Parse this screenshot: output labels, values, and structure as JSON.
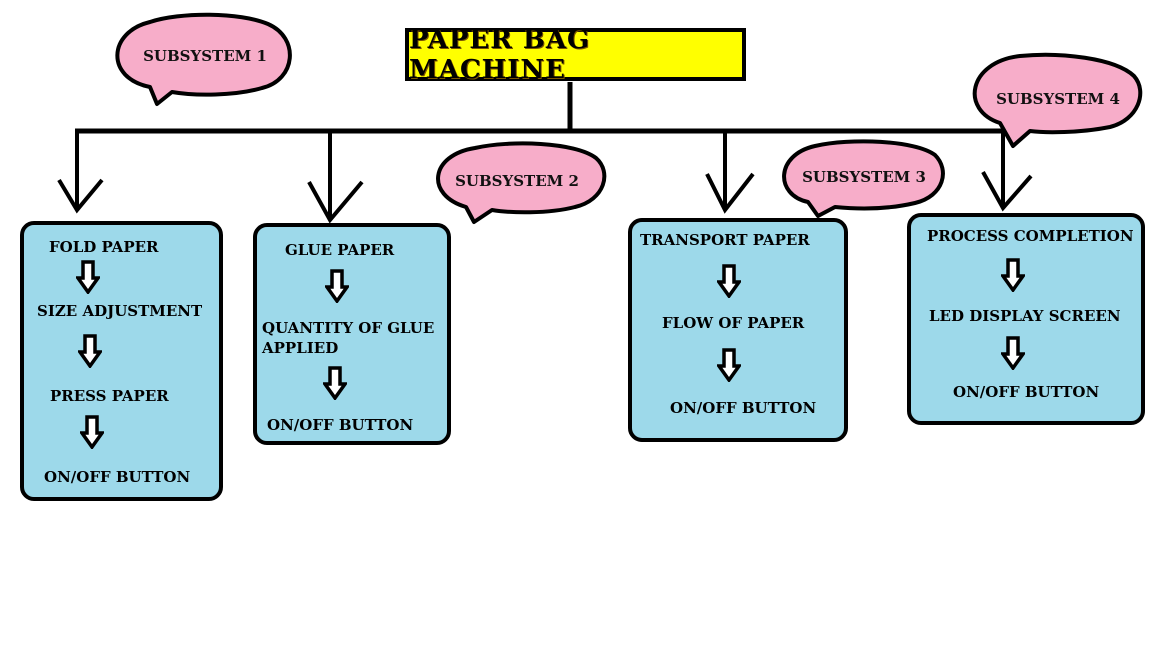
{
  "title": "PAPER BAG MACHINE",
  "colors": {
    "title_fill": "#ffff00",
    "box_fill": "#9dd9ea",
    "bubble_fill": "#f7adc9",
    "outline": "#000000"
  },
  "subsystems": [
    {
      "label": "SUBSYSTEM 1",
      "steps": [
        "FOLD PAPER",
        "SIZE ADJUSTMENT",
        "PRESS PAPER",
        "ON/OFF BUTTON"
      ]
    },
    {
      "label": "SUBSYSTEM 2",
      "steps": [
        "GLUE PAPER",
        "QUANTITY OF GLUE\nAPPLIED",
        "ON/OFF BUTTON"
      ]
    },
    {
      "label": "SUBSYSTEM 3",
      "steps": [
        "TRANSPORT PAPER",
        "FLOW OF PAPER",
        "ON/OFF BUTTON"
      ]
    },
    {
      "label": "SUBSYSTEM 4",
      "steps": [
        "PROCESS COMPLETION",
        "LED DISPLAY SCREEN",
        "ON/OFF BUTTON"
      ]
    }
  ],
  "icons": {
    "branch_arrow": "chevron-down-icon",
    "step_arrow": "hollow-down-arrow-icon"
  }
}
